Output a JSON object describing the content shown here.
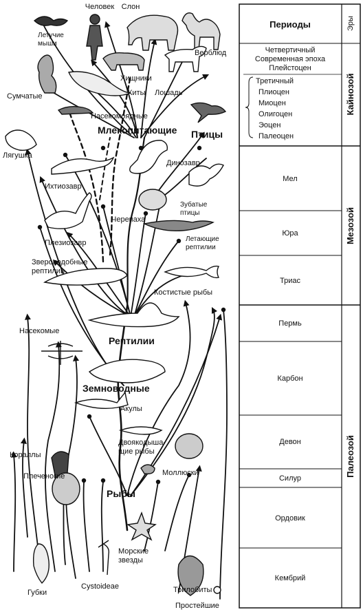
{
  "table": {
    "header_periods": "Периоды",
    "header_eras": "Эры",
    "quaternary": [
      "Четвертичный",
      "Современная эпоха",
      "Плейстоцен"
    ],
    "tertiary": [
      "Третичный",
      "Плиоцен",
      "Миоцен",
      "Олигоцен",
      "Эоцен",
      "Палеоцен"
    ],
    "periods_mesozoic": [
      "Мел",
      "Юра",
      "Триас"
    ],
    "periods_paleozoic": [
      "Пермь",
      "Карбон",
      "Девон",
      "Силур",
      "Ордовик",
      "Кембрий"
    ],
    "eras": [
      "Кайнозой",
      "Мезозой",
      "Палеозой"
    ]
  },
  "labels": {
    "man": "Человек",
    "elephant": "Слон",
    "bats": [
      "Летучие",
      "мыши"
    ],
    "camel": "Верблюд",
    "carnivores": "Хищники",
    "whales": "Киты",
    "horse": "Лошадь",
    "marsupials": "Сумчатые",
    "insectivores": "Насекомоядные",
    "mammals": "Млекопитающие",
    "birds": "Птицы",
    "frog": "Лягушка",
    "dinosaur": "Динозавр",
    "ichthyosaur": "Ихтиозавр",
    "toothed_birds": [
      "Зубатые",
      "птицы"
    ],
    "turtle": "Черепаха",
    "plesiosaur": "Плезиозавр",
    "flying_reptiles": [
      "Летающие",
      "рептилии"
    ],
    "mammal_like_reptiles": [
      "Звероподобные",
      "рептилии"
    ],
    "bony_fishes": "Костистые рыбы",
    "insects": "Насекомые",
    "reptiles": "Рептилии",
    "amphibians": "Земноводные",
    "sharks": "Акулы",
    "lungfishes": [
      "Двоякодыша-",
      "щие рыбы"
    ],
    "corals": "Кораллы",
    "brachiopods": "Плеченогие",
    "molluscs": "Моллюски",
    "fishes": "Рыбы",
    "starfish": [
      "Морские",
      "звезды"
    ],
    "sponges": "Губки",
    "cystoids": "Cystoideae",
    "trilobites": "Трилобиты",
    "protozoa": "Простейшие"
  }
}
